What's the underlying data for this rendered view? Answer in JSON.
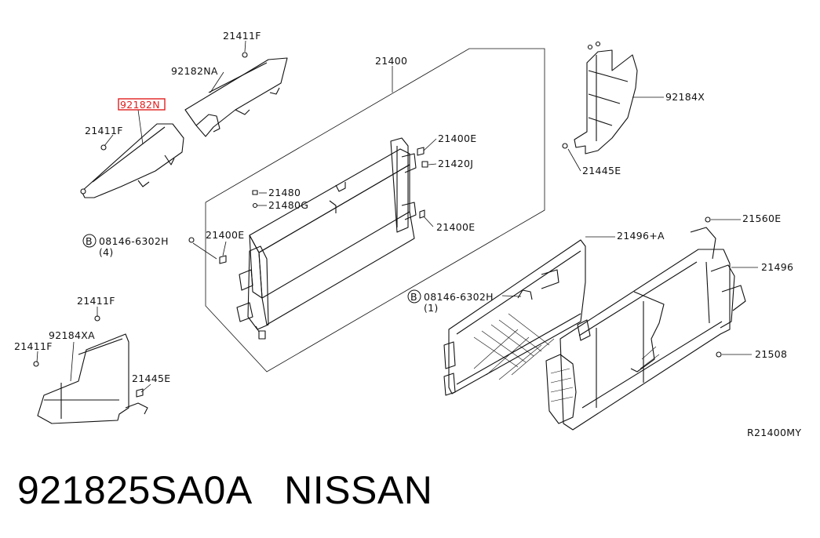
{
  "diagram_code": "R21400MY",
  "callouts": {
    "p21411F_top": "21411F",
    "p92182NA": "92182NA",
    "p92182N": "92182N",
    "p21411F_left": "21411F",
    "p21400": "21400",
    "p21400E_1": "21400E",
    "p21420J": "21420J",
    "p21480": "21480",
    "p21480G": "21480G",
    "p21400E_2": "21400E",
    "p21400E_3": "21400E",
    "bolt_1_num": "08146-6302H",
    "bolt_1_qty": "(4)",
    "bolt_2_num": "08146-6302H",
    "bolt_2_qty": "(1)",
    "bolt_prefix": "B",
    "p92184X": "92184X",
    "p21445E_top": "21445E",
    "p21496A": "21496+A",
    "p21560E": "21560E",
    "p21496": "21496",
    "p21508": "21508",
    "p21411F_bottom": "21411F",
    "p92184XA": "92184XA",
    "p21411F_bl": "21411F",
    "p21445E_bottom": "21445E"
  },
  "highlight": {
    "part": "92182N",
    "color": "#e0201f"
  },
  "footer": {
    "part_number": "921825SA0A",
    "brand": "NISSAN"
  }
}
